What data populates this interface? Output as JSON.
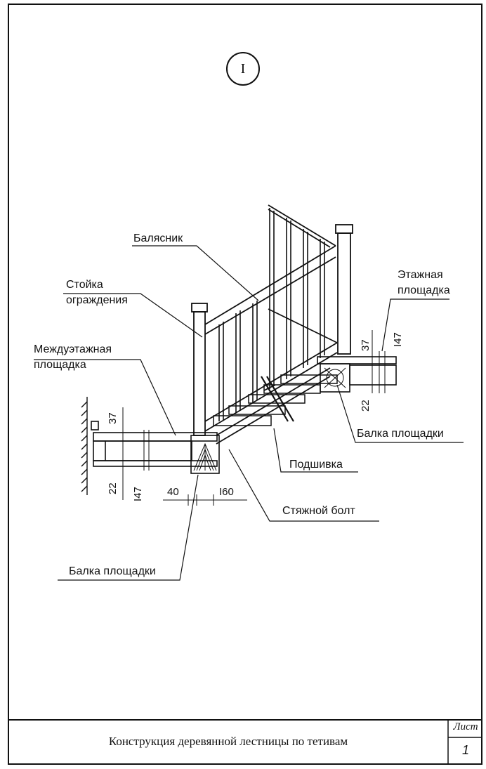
{
  "section_marker": "I",
  "labels": {
    "balyasnik": "Балясник",
    "stoyka_1": "Стойка",
    "stoyka_2": "ограждения",
    "etazhnaya_1": "Этажная",
    "etazhnaya_2": "площадка",
    "mezhduetazhnaya_1": "Междуэтажная",
    "mezhduetazhnaya_2": "площадка",
    "balka_right": "Балка площадки",
    "podshivka": "Подшивка",
    "styazhnoy_bolt": "Стяжной болт",
    "balka_bottom": "Балка площадки"
  },
  "dimensions": {
    "left_37": "37",
    "left_22": "22",
    "left_147": "I47",
    "bottom_40": "40",
    "bottom_160": "I60",
    "right_37": "37",
    "right_147": "I47",
    "right_22": "22"
  },
  "title_block": {
    "title": "Конструкция деревянной лестницы по тетивам",
    "sheet_label": "Лист",
    "sheet_number": "1"
  }
}
